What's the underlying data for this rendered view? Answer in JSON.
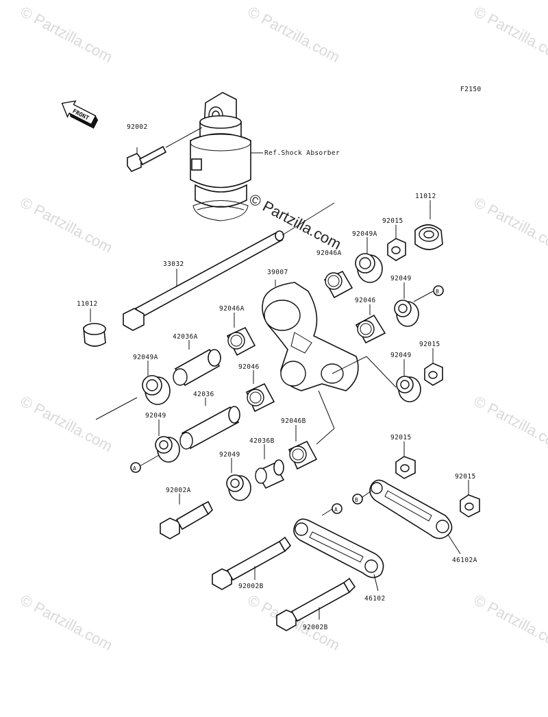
{
  "figure_code": "F2150",
  "front_label": "FRONT",
  "reference_note": "Ref.Shock Absorber",
  "watermark_text": "© Partzilla.com",
  "parts": [
    {
      "id": "p-92002",
      "label": "92002"
    },
    {
      "id": "p-33032",
      "label": "33032"
    },
    {
      "id": "p-11012-left",
      "label": "11012"
    },
    {
      "id": "p-11012-right",
      "label": "11012"
    },
    {
      "id": "p-92015-top",
      "label": "92015"
    },
    {
      "id": "p-92049A-top",
      "label": "92049A"
    },
    {
      "id": "p-92046A-top",
      "label": "92046A"
    },
    {
      "id": "p-39007",
      "label": "39007"
    },
    {
      "id": "p-92049-upper",
      "label": "92049"
    },
    {
      "id": "p-92046-upper",
      "label": "92046"
    },
    {
      "id": "p-92046A-mid",
      "label": "92046A"
    },
    {
      "id": "p-42036A",
      "label": "42036A"
    },
    {
      "id": "p-92049A-left",
      "label": "92049A"
    },
    {
      "id": "p-92046-mid",
      "label": "92046"
    },
    {
      "id": "p-92015-mid",
      "label": "92015"
    },
    {
      "id": "p-92049-right",
      "label": "92049"
    },
    {
      "id": "p-42036",
      "label": "42036"
    },
    {
      "id": "p-92049-left",
      "label": "92049"
    },
    {
      "id": "p-92046B",
      "label": "92046B"
    },
    {
      "id": "p-42036B",
      "label": "42036B"
    },
    {
      "id": "p-92015-low",
      "label": "92015"
    },
    {
      "id": "p-92049-low",
      "label": "92049"
    },
    {
      "id": "p-92015-right",
      "label": "92015"
    },
    {
      "id": "p-92002A",
      "label": "92002A"
    },
    {
      "id": "p-46102A",
      "label": "46102A"
    },
    {
      "id": "p-92002B-upper",
      "label": "92002B"
    },
    {
      "id": "p-46102",
      "label": "46102"
    },
    {
      "id": "p-92002B-lower",
      "label": "92002B"
    }
  ],
  "callouts": {
    "a1": "A",
    "a2": "A",
    "b1": "B",
    "b2": "B"
  }
}
